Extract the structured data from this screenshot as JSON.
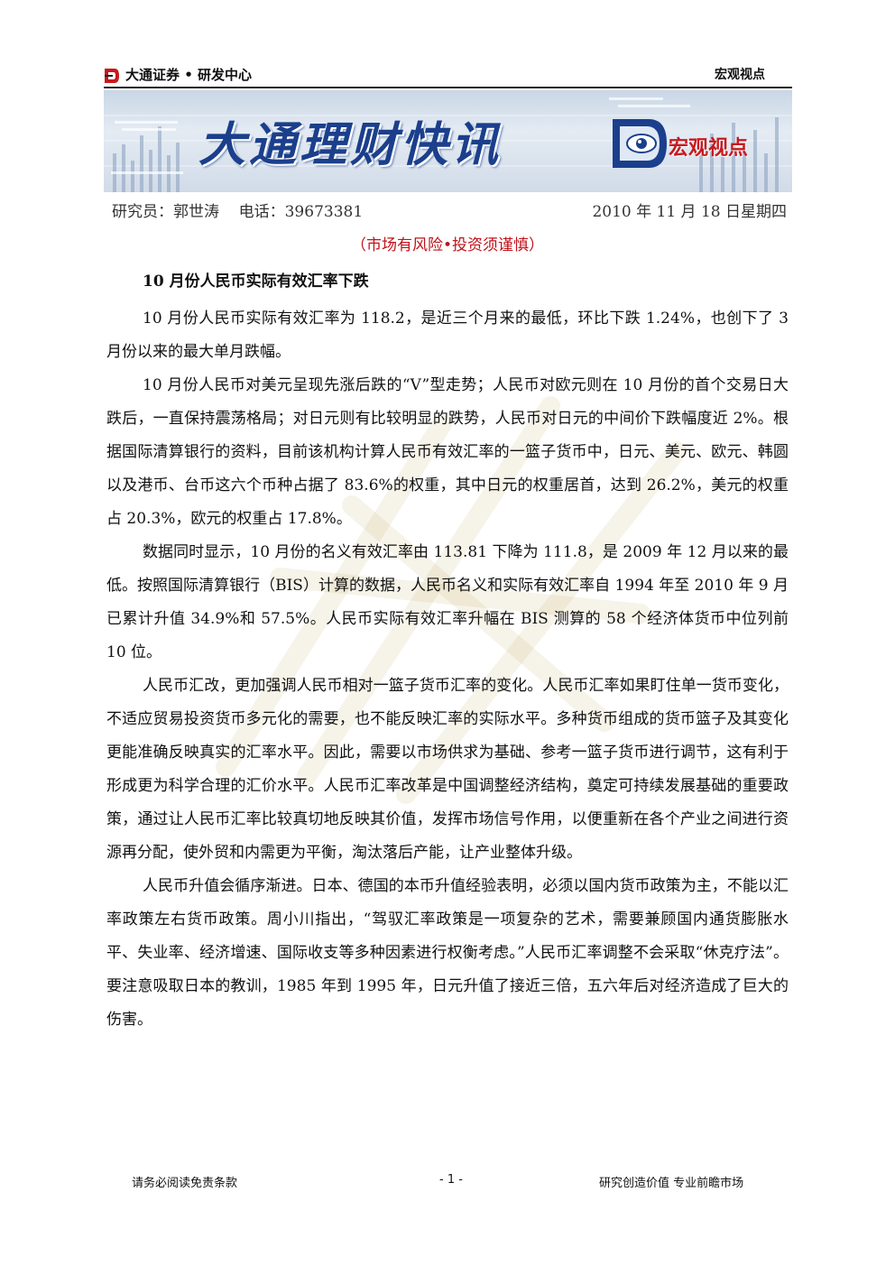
{
  "header": {
    "company": "大通证券 • 研发中心",
    "section": "宏观视点"
  },
  "banner": {
    "title": "大通理财快讯",
    "subtitle": "宏观视点"
  },
  "meta": {
    "researcher": "研究员：郭世涛    电话：39673381",
    "date": "2010 年 11 月 18 日星期四"
  },
  "risk_notice": "（市场有风险•投资须谨慎）",
  "article": {
    "title": "10 月份人民币实际有效汇率下跌",
    "paragraphs": [
      "10 月份人民币实际有效汇率为 118.2，是近三个月来的最低，环比下跌 1.24%，也创下了 3 月份以来的最大单月跌幅。",
      "10 月份人民币对美元呈现先涨后跌的“V”型走势；人民币对欧元则在 10 月份的首个交易日大跌后，一直保持震荡格局；对日元则有比较明显的跌势，人民币对日元的中间价下跌幅度近 2%。根据国际清算银行的资料，目前该机构计算人民币有效汇率的一篮子货币中，日元、美元、欧元、韩圆以及港币、台币这六个币种占据了 83.6%的权重，其中日元的权重居首，达到 26.2%，美元的权重占 20.3%，欧元的权重占 17.8%。",
      "数据同时显示，10 月份的名义有效汇率由 113.81 下降为 111.8，是 2009 年 12 月以来的最低。按照国际清算银行（BIS）计算的数据，人民币名义和实际有效汇率自 1994 年至 2010 年 9 月已累计升值 34.9%和 57.5%。人民币实际有效汇率升幅在 BIS 测算的 58 个经济体货币中位列前 10 位。",
      "人民币汇改，更加强调人民币相对一篮子货币汇率的变化。人民币汇率如果盯住单一货币变化，不适应贸易投资货币多元化的需要，也不能反映汇率的实际水平。多种货币组成的货币篮子及其变化更能准确反映真实的汇率水平。因此，需要以市场供求为基础、参考一篮子货币进行调节，这有利于形成更为科学合理的汇价水平。人民币汇率改革是中国调整经济结构，奠定可持续发展基础的重要政策，通过让人民币汇率比较真切地反映其价值，发挥市场信号作用，以便重新在各个产业之间进行资源再分配，使外贸和内需更为平衡，淘汰落后产能，让产业整体升级。",
      "人民币升值会循序渐进。日本、德国的本币升值经验表明，必须以国内货币政策为主，不能以汇率政策左右货币政策。周小川指出，“驾驭汇率政策是一项复杂的艺术，需要兼顾国内通货膨胀水平、失业率、经济增速、国际收支等多种因素进行权衡考虑。”人民币汇率调整不会采取“休克疗法”。要注意吸取日本的教训，1985 年到 1995 年，日元升值了接近三倍，五六年后对经济造成了巨大的伤害。"
    ]
  },
  "footer": {
    "left": "请务必阅读免责条款",
    "page": "- 1 -",
    "right": "研究创造价值  专业前瞻市场"
  },
  "colors": {
    "banner_title": "#1b3f8c",
    "risk_notice": "#c0121a",
    "brand_red": "#c8191e"
  }
}
